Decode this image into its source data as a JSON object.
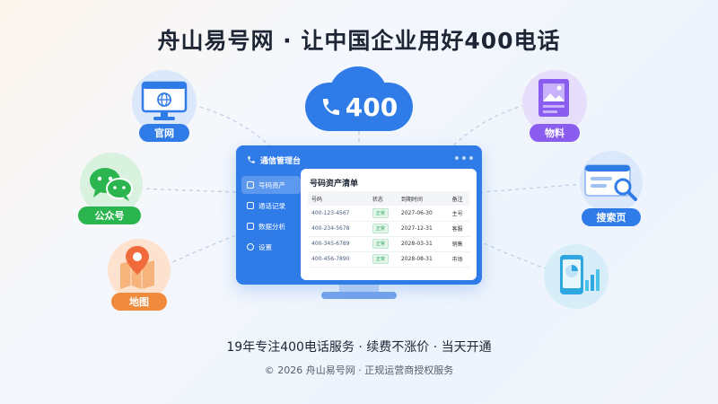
{
  "headline": "舟山易号网 · 让中国企业用好400电话",
  "cloud": {
    "number": "400",
    "icon": "phone-icon"
  },
  "console": {
    "title": "通信管理台",
    "nav": [
      {
        "label": "号码资产",
        "icon": "assets-icon",
        "active": true
      },
      {
        "label": "通话记录",
        "icon": "call-log-icon",
        "active": false
      },
      {
        "label": "数据分析",
        "icon": "analytics-icon",
        "active": false
      },
      {
        "label": "设置",
        "icon": "settings-icon",
        "active": false
      }
    ],
    "panel": {
      "title": "号码资产清单",
      "columns": [
        "号码",
        "状态",
        "到期时间",
        "备注"
      ],
      "rows": [
        {
          "number": "400-123-4567",
          "status": "正常",
          "expires": "2027-06-30",
          "note": "主号"
        },
        {
          "number": "400-234-5678",
          "status": "正常",
          "expires": "2027-12-31",
          "note": "客服"
        },
        {
          "number": "400-345-6789",
          "status": "正常",
          "expires": "2028-03-31",
          "note": "销售"
        },
        {
          "number": "400-456-7890",
          "status": "正常",
          "expires": "2028-08-31",
          "note": "市场"
        }
      ]
    }
  },
  "satellites": {
    "website": {
      "label": "官网",
      "icon": "website-monitor-icon",
      "color": "#2f7be8"
    },
    "wechat": {
      "label": "公众号",
      "icon": "wechat-icon",
      "color": "#2bb54e"
    },
    "map": {
      "label": "地图",
      "icon": "map-pin-icon",
      "color": "#f08a3c"
    },
    "materials": {
      "label": "物料",
      "icon": "brochure-icon",
      "color": "#8a5cf0"
    },
    "search": {
      "label": "搜索页",
      "icon": "search-page-icon",
      "color": "#2f7be8"
    },
    "mobile": {
      "icon": "mobile-chart-icon",
      "color": "#2fa7e0"
    }
  },
  "tagline": "19年专注400电话服务 · 续费不涨价 · 当天开通",
  "copyright": "© 2026 舟山易号网 · 正规运营商授权服务"
}
